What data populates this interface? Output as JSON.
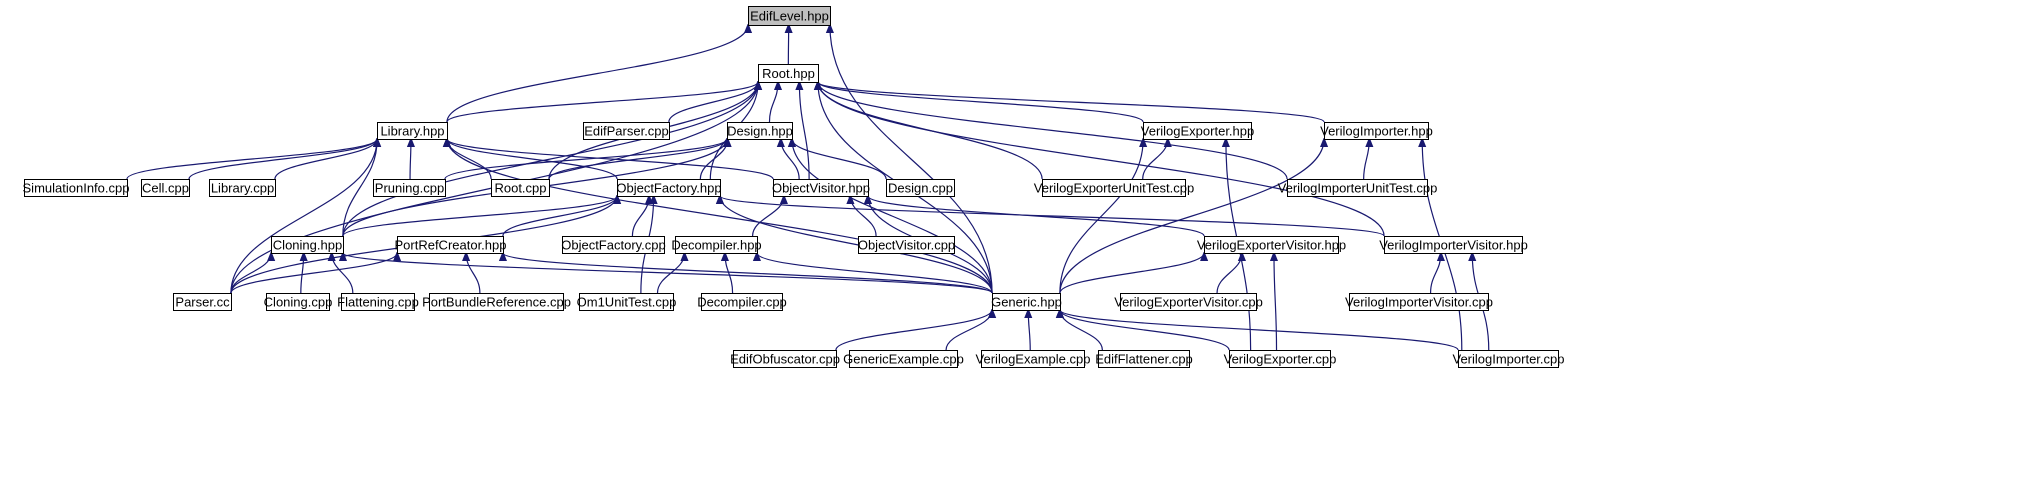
{
  "graph": {
    "root_file": "EdifLevel.hpp",
    "edge_color": "#191970",
    "root_fill": "#bfbfbf",
    "nodes": {
      "EdifLevel": "EdifLevel.hpp",
      "Root": "Root.hpp",
      "Library": "Library.hpp",
      "EdifParserCpp": "EdifParser.cpp",
      "Design": "Design.hpp",
      "VerilogExporter": "VerilogExporter.hpp",
      "VerilogImporter": "VerilogImporter.hpp",
      "SimulationInfoCpp": "SimulationInfo.cpp",
      "CellCpp": "Cell.cpp",
      "LibraryCpp": "Library.cpp",
      "PruningCpp": "Pruning.cpp",
      "RootCpp": "Root.cpp",
      "ObjectFactory": "ObjectFactory.hpp",
      "ObjectVisitor": "ObjectVisitor.hpp",
      "DesignCpp": "Design.cpp",
      "VerilogExporterUnitTestCpp": "VerilogExporterUnitTest.cpp",
      "VerilogImporterUnitTestCpp": "VerilogImporterUnitTest.cpp",
      "Cloning": "Cloning.hpp",
      "PortRefCreator": "PortRefCreator.hpp",
      "ObjectFactoryCpp": "ObjectFactory.cpp",
      "Decompiler": "Decompiler.hpp",
      "ObjectVisitorCpp": "ObjectVisitor.cpp",
      "VerilogExporterVisitor": "VerilogExporterVisitor.hpp",
      "VerilogImporterVisitor": "VerilogImporterVisitor.hpp",
      "ParserCc": "Parser.cc",
      "CloningCpp": "Cloning.cpp",
      "FlatteningCpp": "Flattening.cpp",
      "PortBundleReferenceCpp": "PortBundleReference.cpp",
      "Om1UnitTestCpp": "Om1UnitTest.cpp",
      "DecompilerCpp": "Decompiler.cpp",
      "Generic": "Generic.hpp",
      "VerilogExporterVisitorCpp": "VerilogExporterVisitor.cpp",
      "VerilogImporterVisitorCpp": "VerilogImporterVisitor.cpp",
      "EdifObfuscatorCpp": "EdifObfuscator.cpp",
      "GenericExampleCpp": "GenericExample.cpp",
      "VerilogExampleCpp": "VerilogExample.cpp",
      "EdifFlattenerCpp": "EdifFlattener.cpp",
      "VerilogExporterCpp": "VerilogExporter.cpp",
      "VerilogImporterCpp": "VerilogImporter.cpp"
    },
    "edges": [
      [
        "Root",
        "EdifLevel"
      ],
      [
        "Library",
        "EdifLevel"
      ],
      [
        "Generic",
        "EdifLevel"
      ],
      [
        "Library",
        "Root"
      ],
      [
        "EdifParserCpp",
        "Root"
      ],
      [
        "Design",
        "Root"
      ],
      [
        "VerilogExporter",
        "Root"
      ],
      [
        "VerilogImporter",
        "Root"
      ],
      [
        "RootCpp",
        "Root"
      ],
      [
        "ObjectFactory",
        "Root"
      ],
      [
        "ObjectVisitor",
        "Root"
      ],
      [
        "VerilogExporterUnitTestCpp",
        "Root"
      ],
      [
        "VerilogImporterUnitTestCpp",
        "Root"
      ],
      [
        "Cloning",
        "Root"
      ],
      [
        "VerilogImporterVisitor",
        "Root"
      ],
      [
        "ParserCc",
        "Root"
      ],
      [
        "Generic",
        "Root"
      ],
      [
        "SimulationInfoCpp",
        "Library"
      ],
      [
        "CellCpp",
        "Library"
      ],
      [
        "LibraryCpp",
        "Library"
      ],
      [
        "PruningCpp",
        "Library"
      ],
      [
        "RootCpp",
        "Library"
      ],
      [
        "ObjectFactory",
        "Library"
      ],
      [
        "ObjectVisitor",
        "Library"
      ],
      [
        "Cloning",
        "Library"
      ],
      [
        "ParserCc",
        "Library"
      ],
      [
        "Generic",
        "Library"
      ],
      [
        "PruningCpp",
        "Design"
      ],
      [
        "RootCpp",
        "Design"
      ],
      [
        "ObjectFactory",
        "Design"
      ],
      [
        "ObjectVisitor",
        "Design"
      ],
      [
        "DesignCpp",
        "Design"
      ],
      [
        "Cloning",
        "Design"
      ],
      [
        "Generic",
        "Design"
      ],
      [
        "VerilogExporterUnitTestCpp",
        "VerilogExporter"
      ],
      [
        "Generic",
        "VerilogExporter"
      ],
      [
        "VerilogExporterCpp",
        "VerilogExporter"
      ],
      [
        "VerilogImporterUnitTestCpp",
        "VerilogImporter"
      ],
      [
        "Generic",
        "VerilogImporter"
      ],
      [
        "VerilogImporterCpp",
        "VerilogImporter"
      ],
      [
        "Cloning",
        "ObjectFactory"
      ],
      [
        "PortRefCreator",
        "ObjectFactory"
      ],
      [
        "ObjectFactoryCpp",
        "ObjectFactory"
      ],
      [
        "ParserCc",
        "ObjectFactory"
      ],
      [
        "Om1UnitTestCpp",
        "ObjectFactory"
      ],
      [
        "Generic",
        "ObjectFactory"
      ],
      [
        "VerilogImporterVisitor",
        "ObjectFactory"
      ],
      [
        "Decompiler",
        "ObjectVisitor"
      ],
      [
        "ObjectVisitorCpp",
        "ObjectVisitor"
      ],
      [
        "VerilogExporterVisitor",
        "ObjectVisitor"
      ],
      [
        "Generic",
        "ObjectVisitor"
      ],
      [
        "ParserCc",
        "Cloning"
      ],
      [
        "CloningCpp",
        "Cloning"
      ],
      [
        "FlatteningCpp",
        "Cloning"
      ],
      [
        "Generic",
        "Cloning"
      ],
      [
        "ParserCc",
        "PortRefCreator"
      ],
      [
        "PortBundleReferenceCpp",
        "PortRefCreator"
      ],
      [
        "Generic",
        "PortRefCreator"
      ],
      [
        "Om1UnitTestCpp",
        "Decompiler"
      ],
      [
        "DecompilerCpp",
        "Decompiler"
      ],
      [
        "Generic",
        "Decompiler"
      ],
      [
        "Generic",
        "VerilogExporterVisitor"
      ],
      [
        "VerilogExporterVisitorCpp",
        "VerilogExporterVisitor"
      ],
      [
        "VerilogExporterCpp",
        "VerilogExporterVisitor"
      ],
      [
        "VerilogImporterVisitorCpp",
        "VerilogImporterVisitor"
      ],
      [
        "VerilogImporterCpp",
        "VerilogImporterVisitor"
      ],
      [
        "EdifObfuscatorCpp",
        "Generic"
      ],
      [
        "GenericExampleCpp",
        "Generic"
      ],
      [
        "VerilogExampleCpp",
        "Generic"
      ],
      [
        "EdifFlattenerCpp",
        "Generic"
      ],
      [
        "VerilogExporterCpp",
        "Generic"
      ],
      [
        "VerilogImporterCpp",
        "Generic"
      ]
    ]
  }
}
